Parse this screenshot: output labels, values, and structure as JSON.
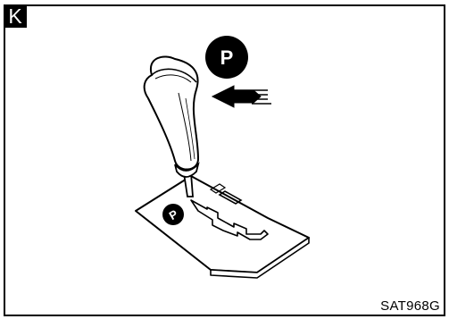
{
  "badge": {
    "label": "K"
  },
  "callout": {
    "label": "P"
  },
  "plate_marker": {
    "label": "P"
  },
  "figure_code": "SAT968G",
  "icons": {
    "arrow": "push-arrow-icon",
    "lever": "shift-lever-icon",
    "gate": "shift-gate-plate-icon"
  }
}
